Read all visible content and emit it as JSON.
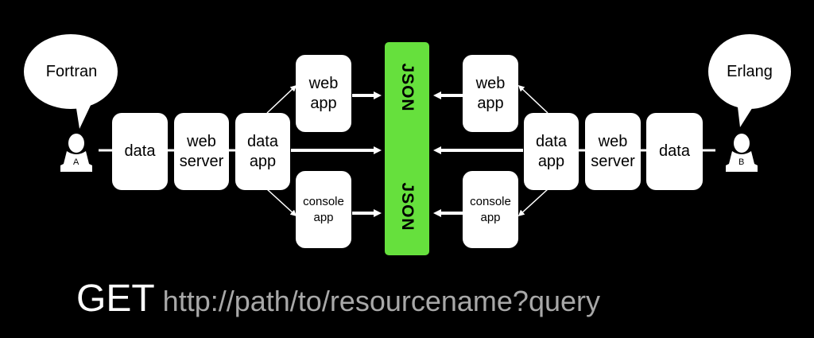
{
  "left": {
    "speech": "Fortran",
    "user_letter": "A",
    "data": "data",
    "web_server": [
      "web",
      "server"
    ],
    "data_app": [
      "data",
      "app"
    ],
    "web_app": [
      "web",
      "app"
    ],
    "console_app": [
      "console",
      "app"
    ]
  },
  "right": {
    "speech": "Erlang",
    "user_letter": "B",
    "data": "data",
    "web_server": [
      "web",
      "server"
    ],
    "data_app": [
      "data",
      "app"
    ],
    "web_app": [
      "web",
      "app"
    ],
    "console_app": [
      "console",
      "app"
    ]
  },
  "json": {
    "top_label": "JSON",
    "bottom_label": "JSON",
    "color": "#66e03d"
  },
  "request": {
    "method": "GET",
    "url": "http://path/to/resourcename?query"
  },
  "colors": {
    "background": "#000000",
    "box": "#ffffff",
    "url_text": "#a8a8a8"
  }
}
